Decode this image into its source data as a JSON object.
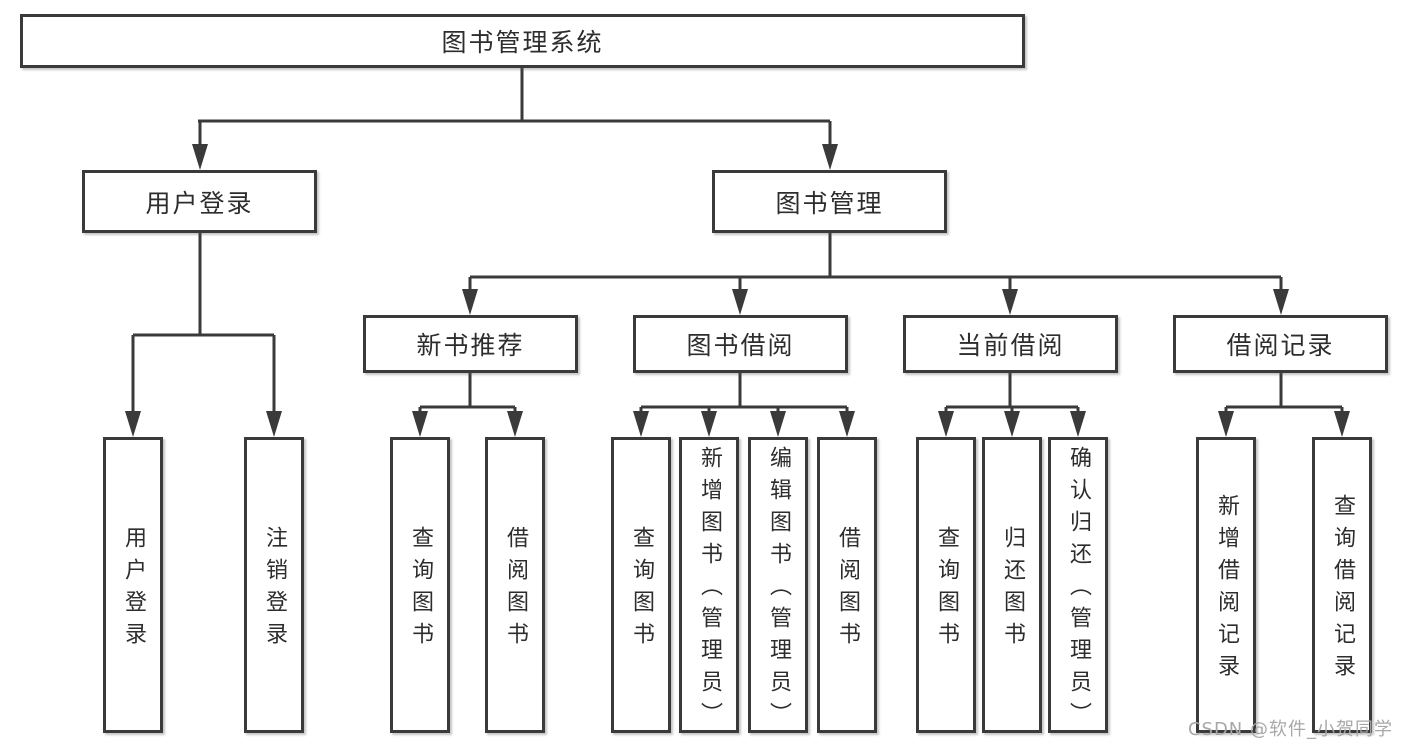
{
  "diagram": {
    "root": {
      "label": "图书管理系统"
    },
    "branches": [
      {
        "label": "用户登录",
        "children": [
          "用户登录",
          "注销登录"
        ]
      },
      {
        "label": "图书管理",
        "sections": [
          {
            "label": "新书推荐",
            "children": [
              "查询图书",
              "借阅图书"
            ]
          },
          {
            "label": "图书借阅",
            "children": [
              "查询图书",
              "新增图书（管理员）",
              "编辑图书（管理员）",
              "借阅图书"
            ]
          },
          {
            "label": "当前借阅",
            "children": [
              "查询图书",
              "归还图书",
              "确认归还（管理员）"
            ]
          },
          {
            "label": "借阅记录",
            "children": [
              "新增借阅记录",
              "查询借阅记录"
            ]
          }
        ]
      }
    ],
    "line_color": "#3a3a3a"
  },
  "watermark": {
    "text": "CSDN @软件_小贺同学",
    "color": "#a8a8a8"
  }
}
